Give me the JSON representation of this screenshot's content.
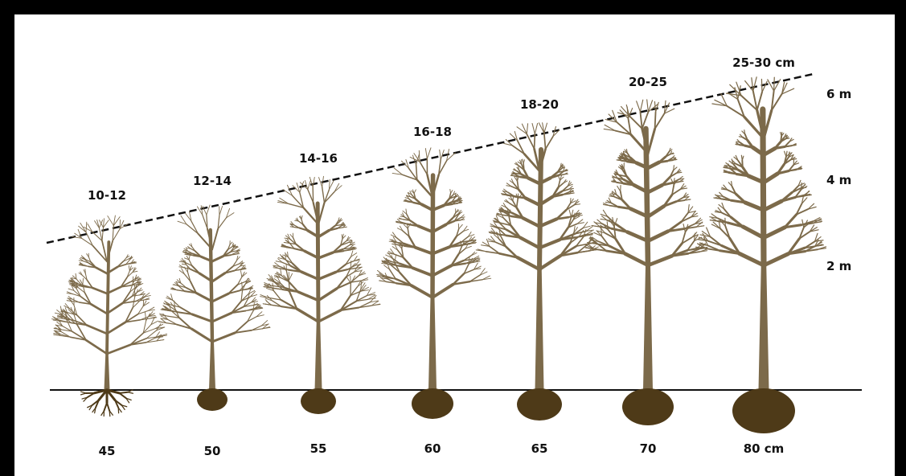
{
  "trunk_sizes": [
    "10-12",
    "12-14",
    "14-16",
    "16-18",
    "18-20",
    "20-25",
    "25-30 cm"
  ],
  "root_sizes": [
    "45",
    "50",
    "55",
    "60",
    "65",
    "70",
    "80 cm"
  ],
  "heights": [
    "6 m",
    "4 m",
    "2 m"
  ],
  "colors": {
    "border": "#000000",
    "tree": "#7c6a4a",
    "rootball": "#4e3a18",
    "ground": "#111111",
    "text": "#111111"
  }
}
